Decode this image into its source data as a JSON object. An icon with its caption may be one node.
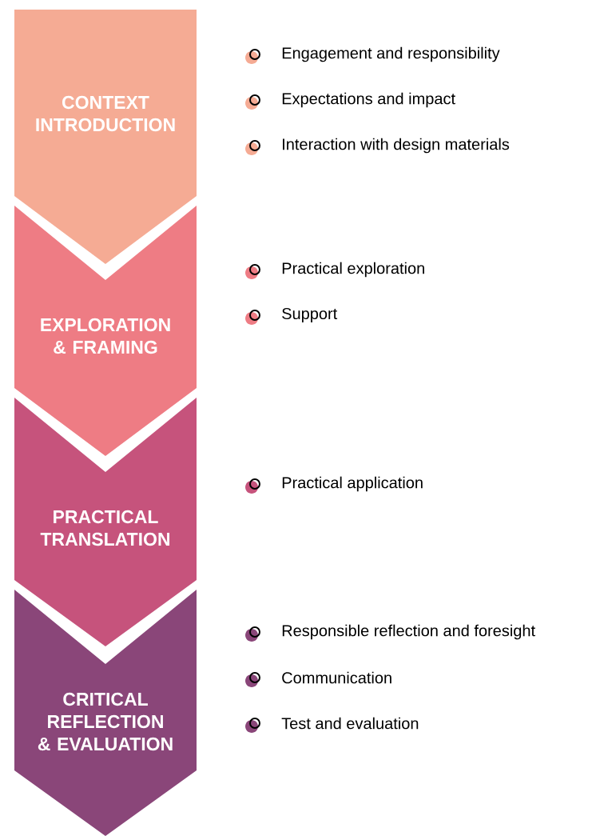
{
  "diagram": {
    "nodes": [
      {
        "text": [
          "CONTEXT INTRODUCTION"
        ]
      },
      {
        "text": [
          "EXPLORATION & FRAMING"
        ]
      },
      {
        "text": [
          "PRACTICAL TRANSLATION"
        ]
      },
      {
        "text": [
          "CRITICAL REFLECTION & EVALUATION"
        ]
      }
    ],
    "labels": [
      "Engagement and responsibility",
      "Expectations and impact",
      "Interaction with design materials",
      "Practical exploration",
      "Support",
      "Practical application",
      "Responsible reflection and foresight",
      "Communication",
      "Test and evaluation"
    ]
  }
}
